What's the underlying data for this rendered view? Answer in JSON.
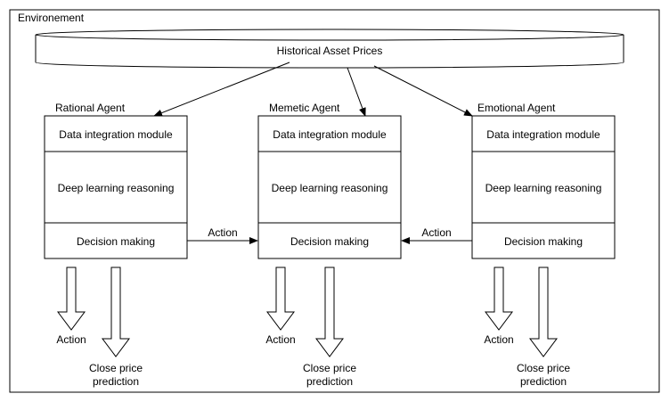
{
  "environment": {
    "label": "Environement"
  },
  "source": {
    "label": "Historical Asset Prices"
  },
  "agents": [
    {
      "title": "Rational Agent",
      "modules": [
        "Data integration module",
        "Deep learning reasoning",
        "Decision making"
      ],
      "outputs": {
        "action": "Action",
        "prediction_line1": "Close price",
        "prediction_line2": "prediction"
      }
    },
    {
      "title": "Memetic Agent",
      "modules": [
        "Data integration module",
        "Deep learning reasoning",
        "Decision making"
      ],
      "outputs": {
        "action": "Action",
        "prediction_line1": "Close price",
        "prediction_line2": "prediction"
      }
    },
    {
      "title": "Emotional Agent",
      "modules": [
        "Data integration module",
        "Deep learning reasoning",
        "Decision making"
      ],
      "outputs": {
        "action": "Action",
        "prediction_line1": "Close price",
        "prediction_line2": "prediction"
      }
    }
  ],
  "links": [
    {
      "label": "Action"
    },
    {
      "label": "Action"
    }
  ],
  "colors": {
    "stroke": "#000000",
    "fill": "#ffffff",
    "text": "#000000"
  }
}
